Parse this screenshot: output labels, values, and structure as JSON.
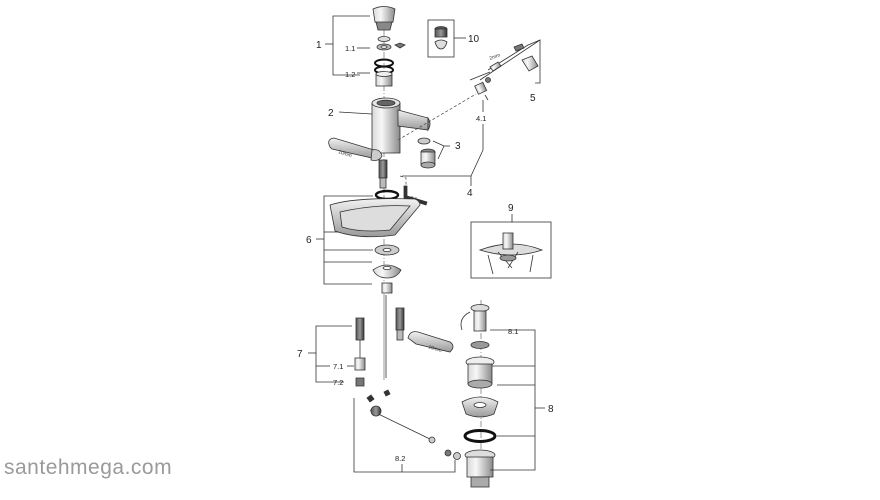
{
  "watermark": "santehmega.com",
  "callouts": {
    "c1": "1",
    "c1_1": "1.1",
    "c1_2": "1.2",
    "c2": "2",
    "c3": "3",
    "c4": "4",
    "c4_1": "4.1",
    "c5": "5",
    "c6": "6",
    "c7": "7",
    "c7_1": "7.1",
    "c7_2": "7.2",
    "c8": "8",
    "c8_1": "8.1",
    "c8_2": "8.2",
    "c9": "9",
    "c10": "10"
  },
  "tool_notes": {
    "wrench_top": "10mm",
    "wrench_bottom": "19mm",
    "allen_key": "2.5mm",
    "allen_key_small": "2mm"
  }
}
